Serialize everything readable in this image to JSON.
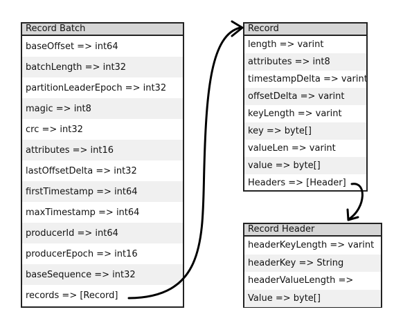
{
  "record_batch": {
    "title": "Record Batch",
    "fields": [
      "baseOffset => int64",
      "batchLength => int32",
      "partitionLeaderEpoch => int32",
      "magic => int8",
      "crc => int32",
      "attributes => int16",
      "lastOffsetDelta => int32",
      "firstTimestamp => int64",
      "maxTimestamp => int64",
      "producerId => int64",
      "producerEpoch => int16",
      "baseSequence => int32",
      "records => [Record]"
    ]
  },
  "record": {
    "title": "Record",
    "fields": [
      "length => varint",
      "attributes => int8",
      "timestampDelta => varint",
      "offsetDelta => varint",
      "keyLength => varint",
      "key => byte[]",
      "valueLen => varint",
      "value => byte[]",
      "Headers => [Header]"
    ]
  },
  "record_header": {
    "title": "Record Header",
    "fields": [
      "headerKeyLength => varint",
      "headerKey => String",
      "headerValueLength =>",
      "Value => byte[]"
    ]
  },
  "colors": {
    "header_bg": "#d6d6d6",
    "alt_row_bg": "#f0f0f0",
    "border": "#222222",
    "arrow": "#000000"
  }
}
